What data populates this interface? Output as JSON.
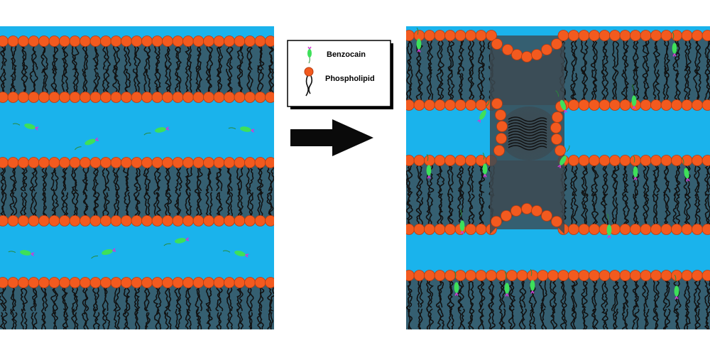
{
  "legend": {
    "items": [
      {
        "label": "Benzocain",
        "icon": "benzocaine-molecule-icon"
      },
      {
        "label": "Phospholipid",
        "icon": "phospholipid-icon"
      }
    ]
  },
  "colors": {
    "water": "#1ab3ec",
    "head": "#f25a1f",
    "head_stroke": "#b83a0e",
    "tail": "#111111",
    "core_shadow": "#3c4a52",
    "drug_body": "#3ee05a",
    "drug_tip": "#d23ad2",
    "arrow": "#0a0a0a"
  },
  "panels": [
    {
      "name": "before-panel",
      "state": "intact-bilayers",
      "bilayers": 3,
      "free_drug_molecules": 8
    },
    {
      "name": "after-panel",
      "state": "benzocaine-inserted-with-pore",
      "bilayers": 3
    }
  ]
}
